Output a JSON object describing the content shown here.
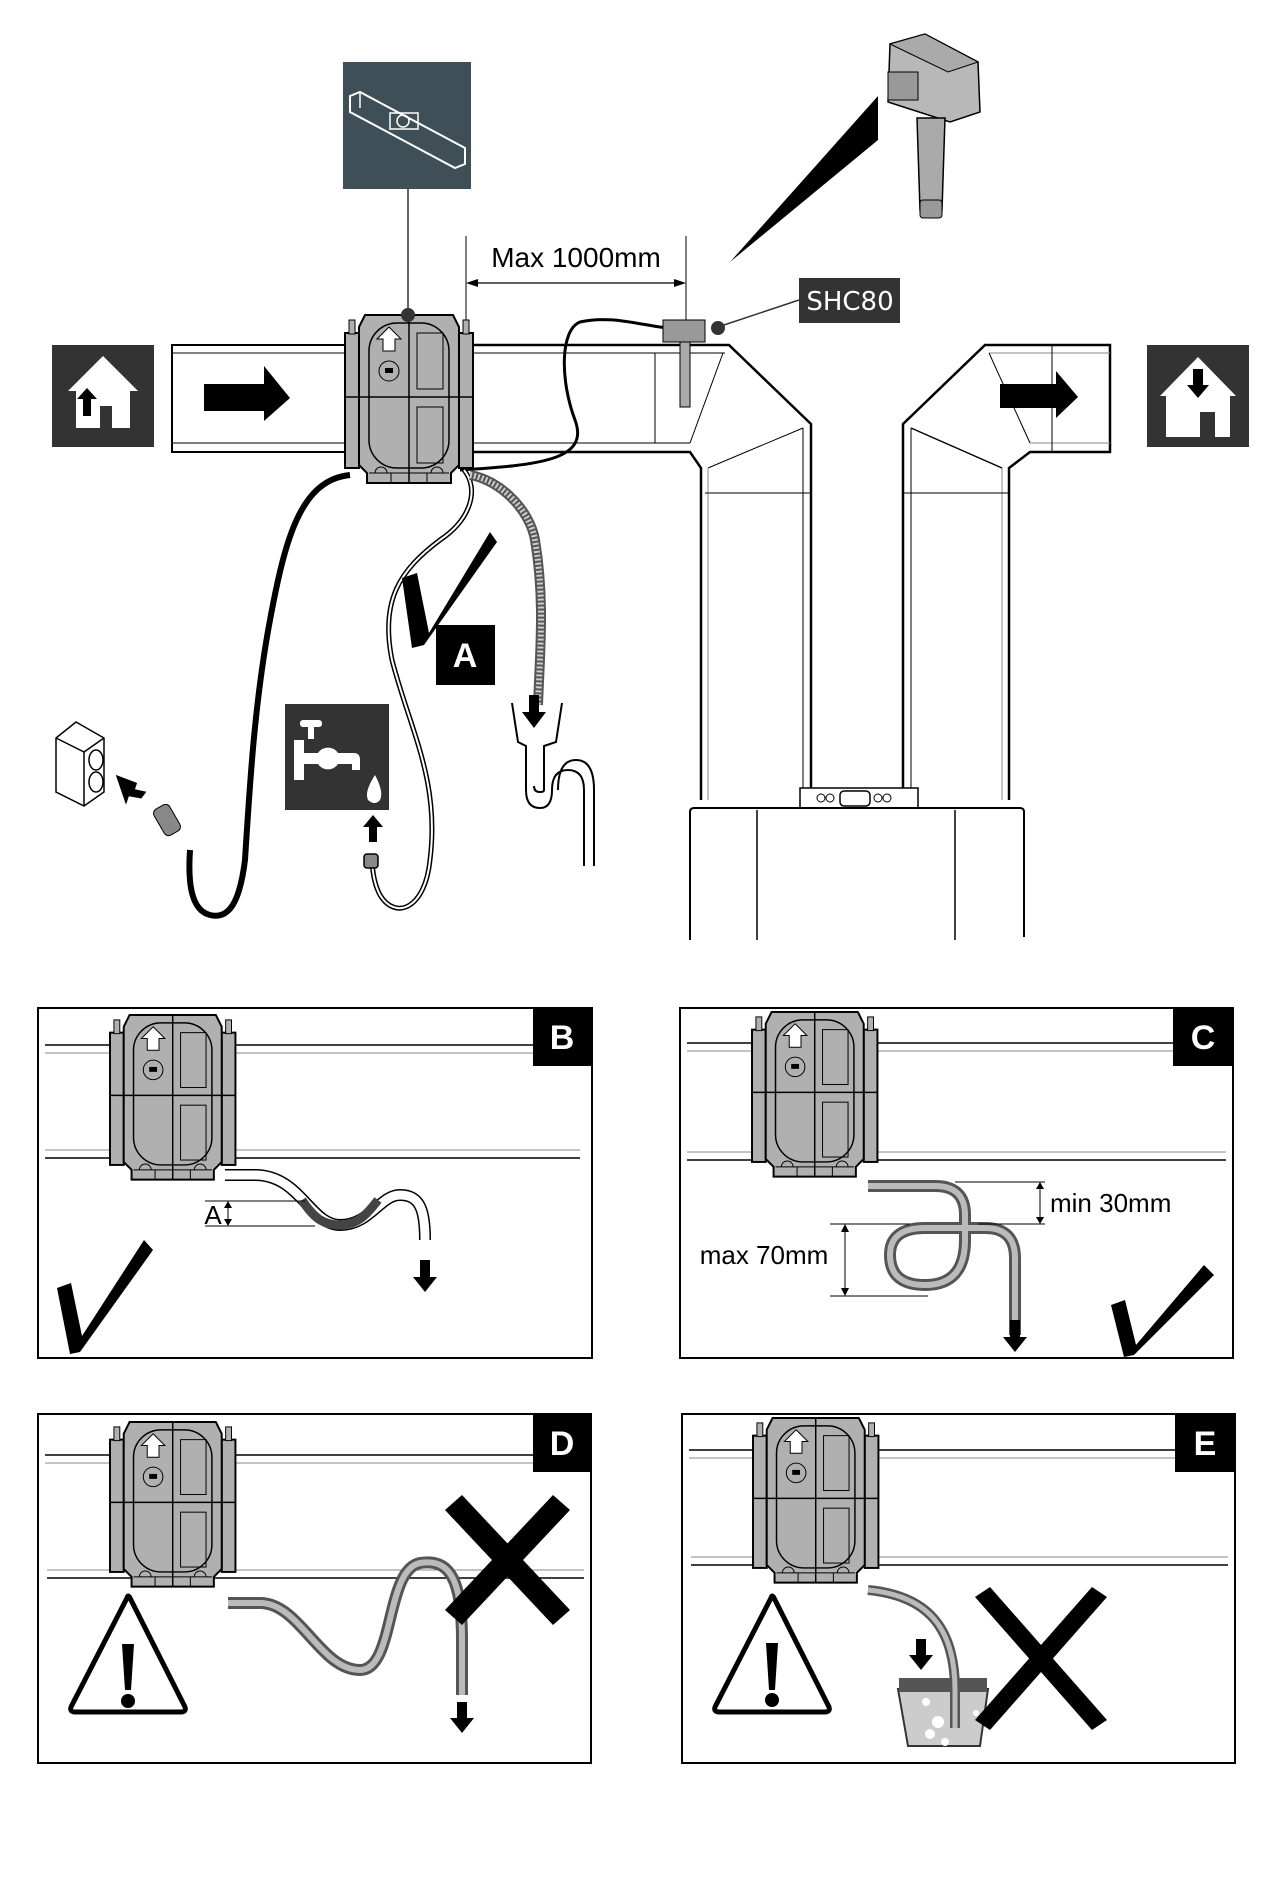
{
  "diagram": {
    "main": {
      "dimension_label": "Max 1000mm",
      "sensor_label": "SHC80",
      "callout_letter": "A",
      "icons": {
        "inlet": "house-outflow-icon",
        "outlet": "house-inflow-icon",
        "level": "spirit-level-icon",
        "water": "water-tap-icon",
        "power": "power-socket-icon"
      }
    },
    "panels": [
      {
        "letter": "B",
        "status": "correct",
        "dimension_label": "A"
      },
      {
        "letter": "C",
        "status": "correct",
        "dimension_labels": [
          "min 30mm",
          "max 70mm"
        ]
      },
      {
        "letter": "D",
        "status": "incorrect",
        "warning": true
      },
      {
        "letter": "E",
        "status": "incorrect",
        "warning": true
      }
    ],
    "colors": {
      "device_gray": "#b0b0b0",
      "icon_dark": "#333333",
      "level_box": "#3f4f58",
      "label_bg": "#333333"
    }
  }
}
